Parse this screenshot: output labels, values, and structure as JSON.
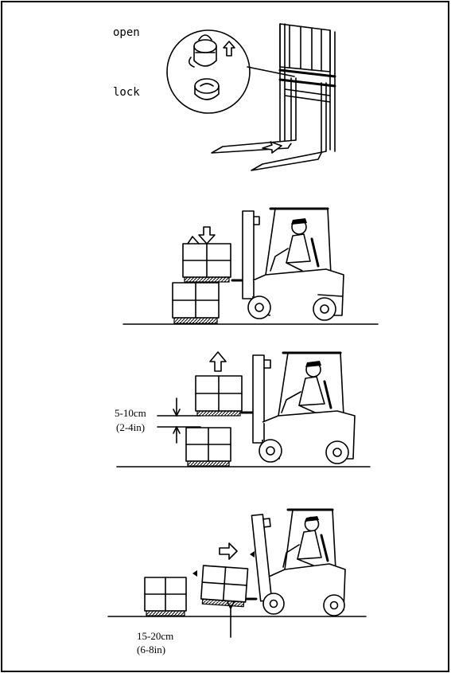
{
  "fork_lock": {
    "open_label": "open",
    "lock_label": "lock"
  },
  "step_lift": {
    "height_metric": "5-10cm",
    "height_imperial": "(2-4in)"
  },
  "step_travel": {
    "height_metric": "15-20cm",
    "height_imperial": "(6-8in)"
  }
}
